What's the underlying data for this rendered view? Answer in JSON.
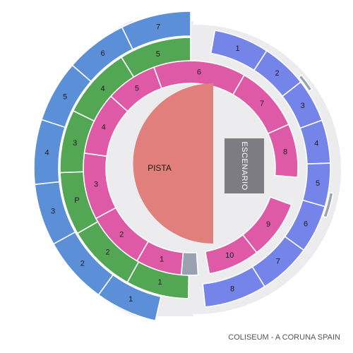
{
  "venue_caption": "COLISEUM - A CORUNA SPAIN",
  "colors": {
    "blue": "#5b8fd8",
    "green": "#53a653",
    "pink": "#de5aa6",
    "violet": "#7584e8",
    "gray": "#9aa2b1",
    "pista": "#e07f7b",
    "stage": "#7c7c82",
    "backdrop": "#ececee"
  },
  "floor": {
    "label": "PISTA"
  },
  "stage": {
    "label": "ESCENARIO"
  },
  "outer_ring_sections": [
    "1",
    "2",
    "3",
    "4",
    "5",
    "6",
    "7"
  ],
  "green_ring_sections": [
    "1",
    "2",
    "P",
    "3",
    "4",
    "5"
  ],
  "pink_ring_sections": [
    "1",
    "2",
    "3",
    "4",
    "5",
    "6",
    "7",
    "8",
    "9",
    "10"
  ],
  "right_ring_sections": [
    "1",
    "2",
    "3",
    "4",
    "5",
    "6",
    "7",
    "8"
  ]
}
